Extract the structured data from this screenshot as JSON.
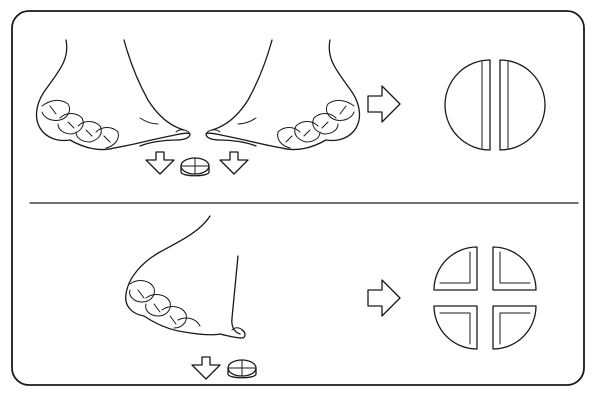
{
  "figure": {
    "panels": [
      {
        "step": "split-in-half",
        "hands": "two-hands-thumbs-pressing",
        "result": "two-halves"
      },
      {
        "step": "split-in-quarters",
        "hands": "one-hand-thumb-pressing",
        "result": "four-quarters"
      }
    ],
    "icons": [
      "down-arrow-icon",
      "tablet-icon",
      "right-arrow-icon"
    ]
  }
}
